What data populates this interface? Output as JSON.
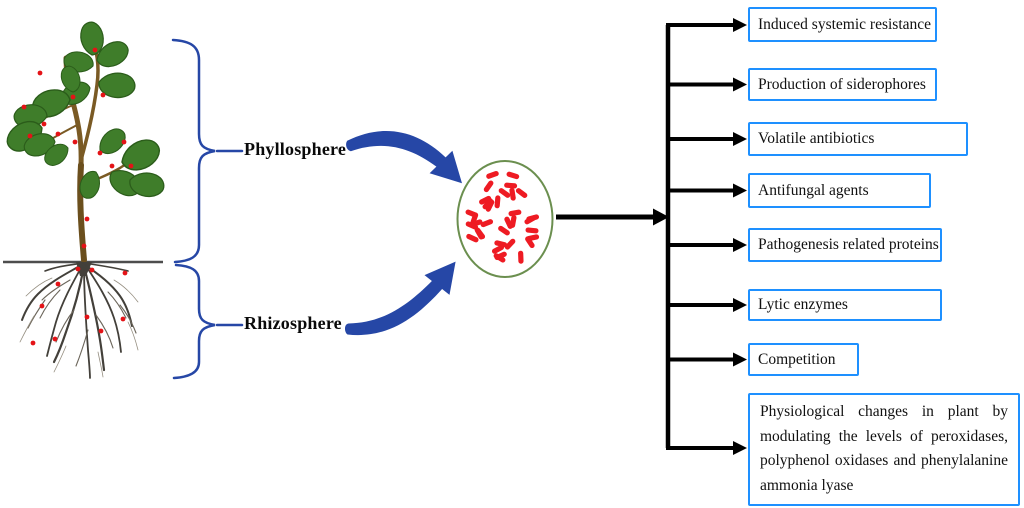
{
  "diagram": {
    "plant": {
      "phyllosphere_label": "Phyllosphere",
      "rhizosphere_label": "Rhizosphere"
    },
    "mechanisms": [
      {
        "label": "Induced systemic resistance"
      },
      {
        "label": "Production of siderophores"
      },
      {
        "label": "Volatile antibiotics"
      },
      {
        "label": "Antifungal agents"
      },
      {
        "label": "Pathogenesis related proteins"
      },
      {
        "label": "Lytic enzymes"
      },
      {
        "label": "Competition"
      },
      {
        "label": "Physiological changes in plant by modulating the levels of peroxidases, polyphenol oxidases and phenylalanine ammonia lyase"
      }
    ],
    "colors": {
      "box_border": "#1e90ff",
      "arrow_blue": "#2647a6",
      "bacteria_red": "#ee1b23",
      "circle_outline": "#6b8f4f",
      "line_black": "#000000",
      "ground_line": "#4d4d4d",
      "leaf_green": "#3f7d2a",
      "stem_brown": "#7a5a24",
      "root_brown": "#43403a"
    },
    "icons": {
      "plant": "plant-with-leaves-and-roots-icon",
      "bacteria": "bacteria-rods-in-circle-icon",
      "curved_arrows": "thick-curved-arrow-icon",
      "braces": "curly-brace-icon"
    }
  }
}
